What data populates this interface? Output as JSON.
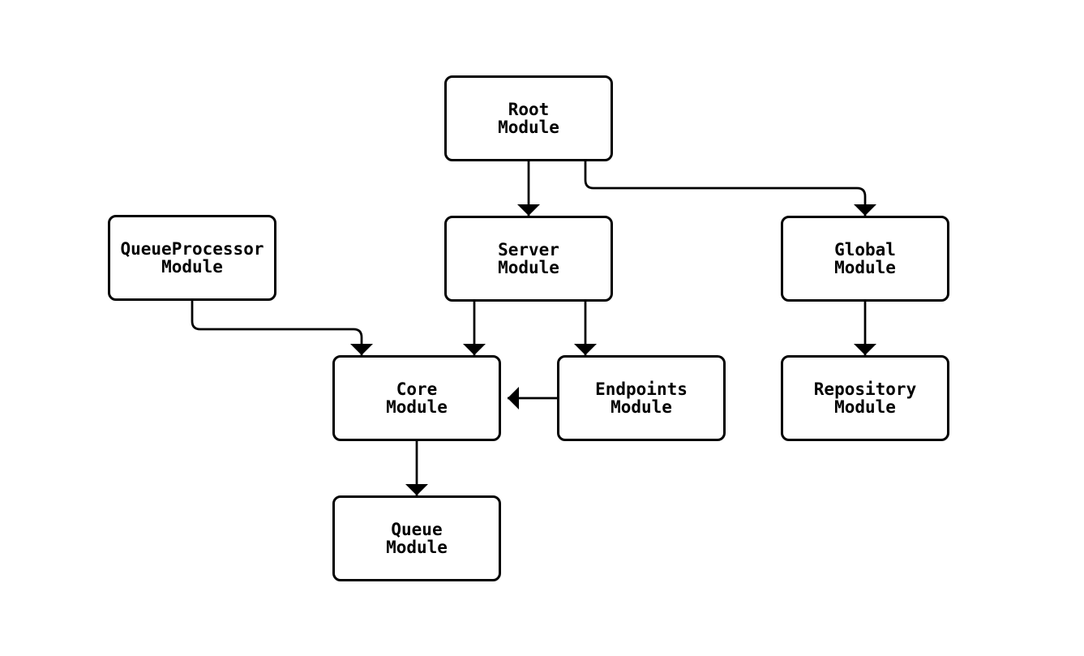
{
  "diagram": {
    "type": "flowchart",
    "direction": "top-down",
    "background_color": "#ffffff",
    "node_fill_color": "#ffffff",
    "node_border_color": "#000000",
    "text_color": "#000000",
    "edge_color": "#000000",
    "nodes": [
      {
        "id": "root",
        "label": "Root\nModule"
      },
      {
        "id": "queueprocessor",
        "label": "QueueProcessor\nModule"
      },
      {
        "id": "server",
        "label": "Server\nModule"
      },
      {
        "id": "global",
        "label": "Global\nModule"
      },
      {
        "id": "core",
        "label": "Core\nModule"
      },
      {
        "id": "endpoints",
        "label": "Endpoints\nModule"
      },
      {
        "id": "repository",
        "label": "Repository\nModule"
      },
      {
        "id": "queue",
        "label": "Queue\nModule"
      }
    ],
    "edges": [
      {
        "from": "Root Module",
        "to": "Server Module",
        "arrow": "filled-triangle"
      },
      {
        "from": "Root Module",
        "to": "Global Module",
        "arrow": "filled-triangle"
      },
      {
        "from": "QueueProcessor Module",
        "to": "Core Module",
        "arrow": "filled-triangle"
      },
      {
        "from": "Server Module",
        "to": "Core Module",
        "arrow": "filled-triangle"
      },
      {
        "from": "Server Module",
        "to": "Endpoints Module",
        "arrow": "filled-triangle"
      },
      {
        "from": "Endpoints Module",
        "to": "Core Module",
        "arrow": "filled-triangle"
      },
      {
        "from": "Global Module",
        "to": "Repository Module",
        "arrow": "filled-triangle"
      },
      {
        "from": "Core Module",
        "to": "Queue Module",
        "arrow": "filled-triangle"
      }
    ]
  }
}
